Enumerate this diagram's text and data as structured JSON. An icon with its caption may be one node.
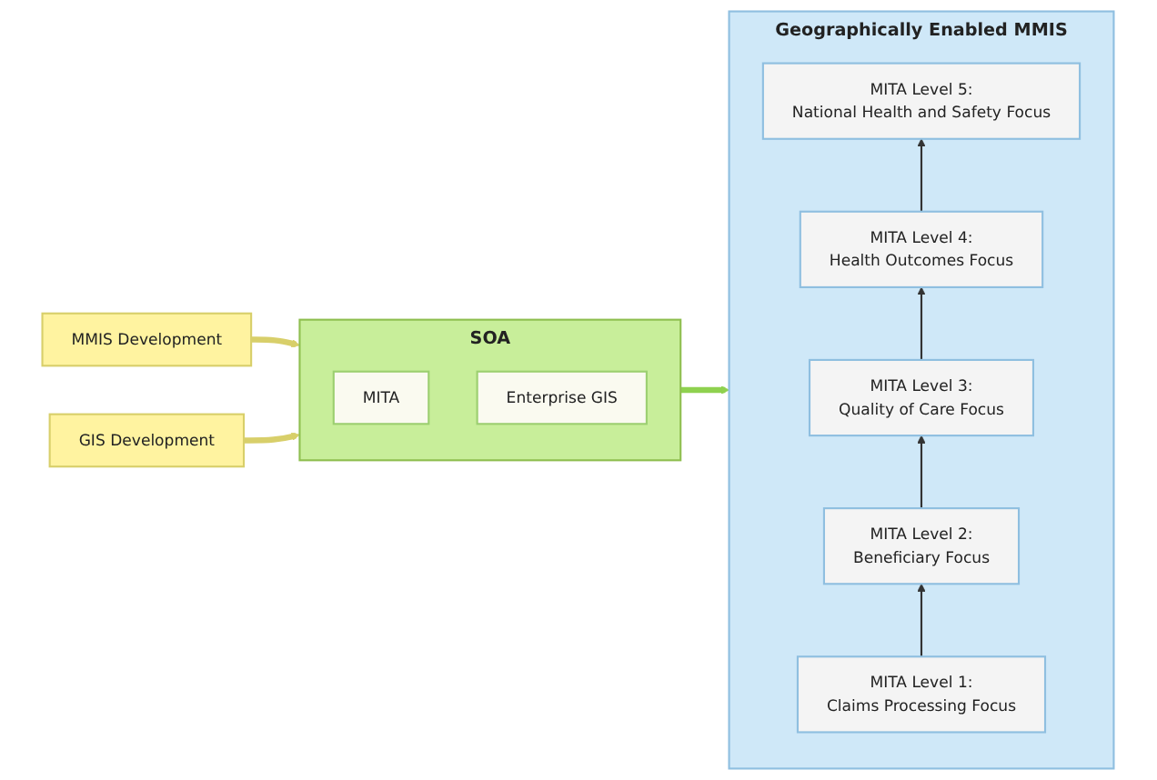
{
  "diagram": {
    "nodes": [
      {
        "text": [
          "MMIS Development"
        ]
      },
      {
        "text": [
          "GIS Development"
        ]
      },
      {
        "text": [
          "SOA"
        ]
      },
      {
        "text": [
          "MITA"
        ],
        "in": 2
      },
      {
        "text": [
          "Enterprise GIS"
        ],
        "in": 2
      },
      {
        "text": [
          "Geographically Enabled MMIS"
        ]
      },
      {
        "text": [
          "MITA Level 5:",
          "National Health and Safety Focus"
        ],
        "in": 5
      },
      {
        "text": [
          "MITA Level 4:",
          "Health Outcomes Focus"
        ],
        "in": 5
      },
      {
        "text": [
          "MITA Level 3:",
          "Quality of Care Focus"
        ],
        "in": 5
      },
      {
        "text": [
          "MITA Level 2:",
          "Beneficiary Focus"
        ],
        "in": 5
      },
      {
        "text": [
          "MITA Level 1:",
          "Claims Processing Focus"
        ],
        "in": 5
      }
    ],
    "edges": [
      {
        "from": 0,
        "to": 2,
        "arrow": "to",
        "style": "thick",
        "color": "#d8cf6a"
      },
      {
        "from": 1,
        "to": 2,
        "arrow": "to",
        "style": "thick",
        "color": "#d8cf6a"
      },
      {
        "from": 2,
        "to": 5,
        "arrow": "to",
        "style": "thick",
        "color": "#8fd14f"
      },
      {
        "from": 10,
        "to": 9,
        "arrow": "to"
      },
      {
        "from": 9,
        "to": 8,
        "arrow": "to"
      },
      {
        "from": 8,
        "to": 7,
        "arrow": "to"
      },
      {
        "from": 7,
        "to": 6,
        "arrow": "to"
      }
    ]
  }
}
